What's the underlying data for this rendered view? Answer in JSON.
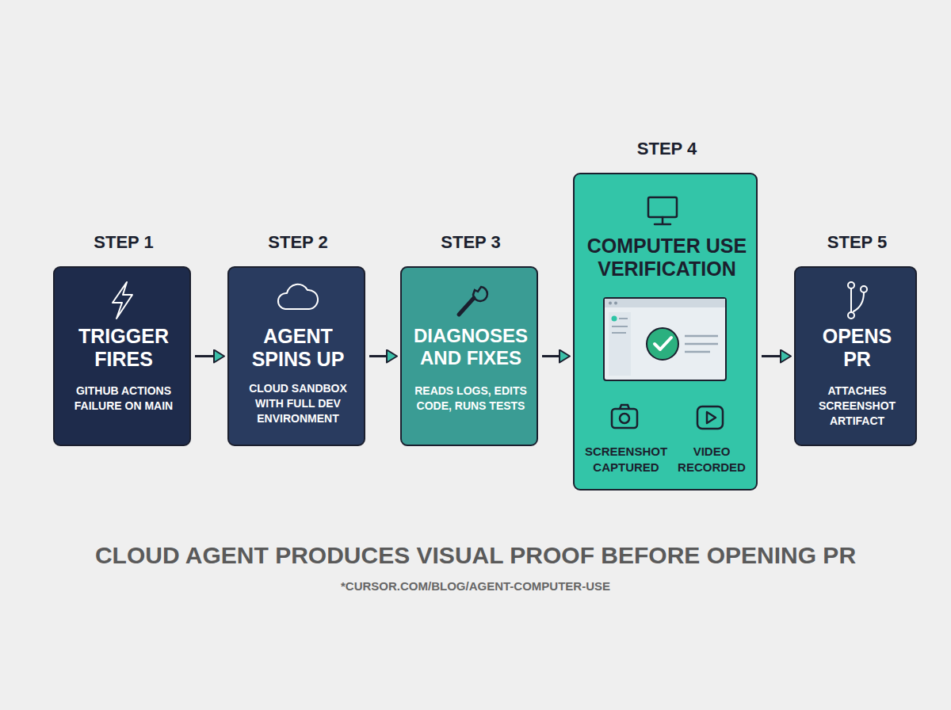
{
  "diagram": {
    "title": "CLOUD AGENT PRODUCES VISUAL PROOF BEFORE OPENING PR",
    "caption": "*CURSOR.COM/BLOG/AGENT-COMPUTER-USE",
    "nodes": [
      {
        "text": [
          "STEP 1",
          "TRIGGER FIRES",
          "GITHUB ACTIONS FAILURE ON MAIN"
        ]
      },
      {
        "text": [
          "STEP 2",
          "AGENT SPINS UP",
          "CLOUD SANDBOX WITH FULL DEV ENVIRONMENT"
        ]
      },
      {
        "text": [
          "STEP 3",
          "DIAGNOSES AND FIXES",
          "READS LOGS, EDITS CODE, RUNS TESTS"
        ]
      },
      {
        "text": [
          "STEP 4",
          "COMPUTER USE VERIFICATION",
          "SCREENSHOT CAPTURED",
          "VIDEO RECORDED"
        ]
      },
      {
        "text": [
          "STEP 5",
          "OPENS PR",
          "ATTACHES SCREENSHOT ARTIFACT"
        ]
      }
    ],
    "edges": [
      {
        "from": 0,
        "to": 1,
        "arrow": "to"
      },
      {
        "from": 1,
        "to": 2,
        "arrow": "to"
      },
      {
        "from": 2,
        "to": 3,
        "arrow": "to"
      },
      {
        "from": 3,
        "to": 4,
        "arrow": "to"
      }
    ]
  }
}
